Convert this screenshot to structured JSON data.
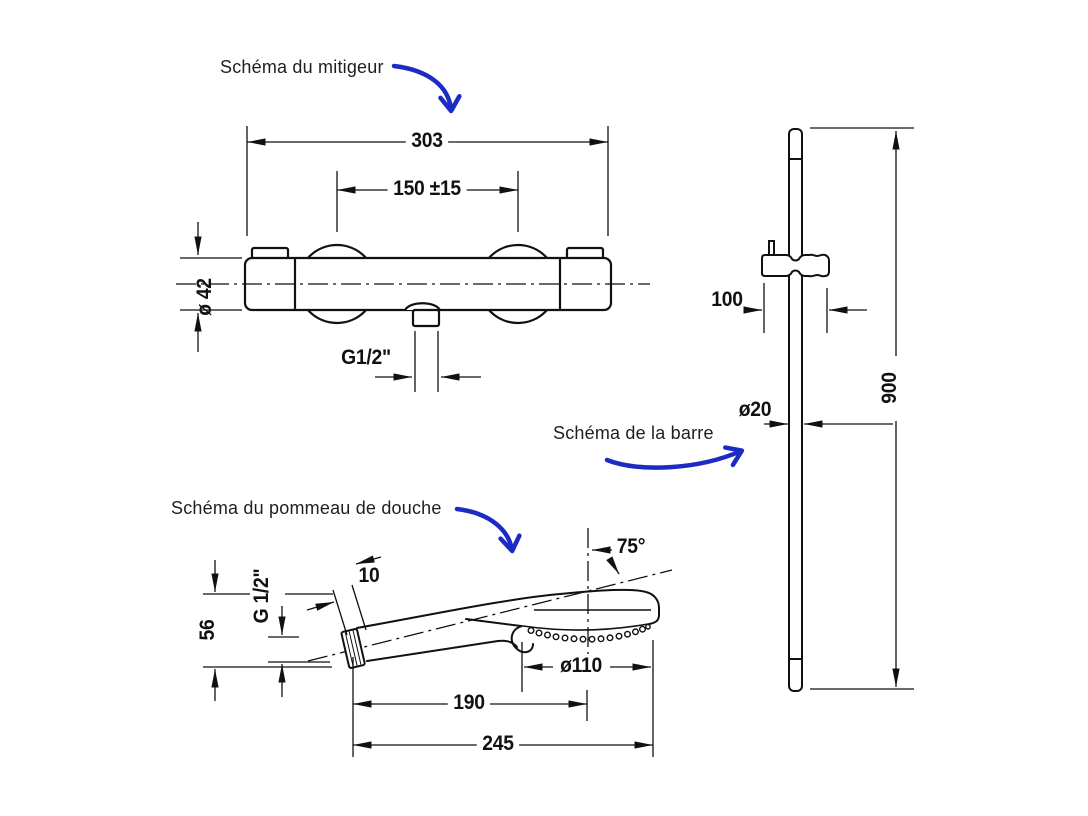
{
  "meta": {
    "background": "#ffffff",
    "ink": "#111111",
    "accent_blue": "#1b2bc4",
    "label_color": "#1f1f1f"
  },
  "mixer": {
    "title": "Schéma du mitigeur",
    "dims": {
      "overall_width": "303",
      "center_distance": "150 ±15",
      "body_diameter": "ø 42",
      "outlet_thread": "G1/2\""
    }
  },
  "bar": {
    "title": "Schéma de la barre",
    "dims": {
      "holder_width": "100",
      "bar_diameter": "ø20",
      "bar_length": "900"
    }
  },
  "handshower": {
    "title": "Schéma du pommeau de douche",
    "dims": {
      "connector_length": "10",
      "spray_angle": "75°",
      "inlet_thread": "G 1/2\"",
      "height": "56",
      "head_diameter": "ø110",
      "head_length": "190",
      "overall_length": "245"
    }
  }
}
